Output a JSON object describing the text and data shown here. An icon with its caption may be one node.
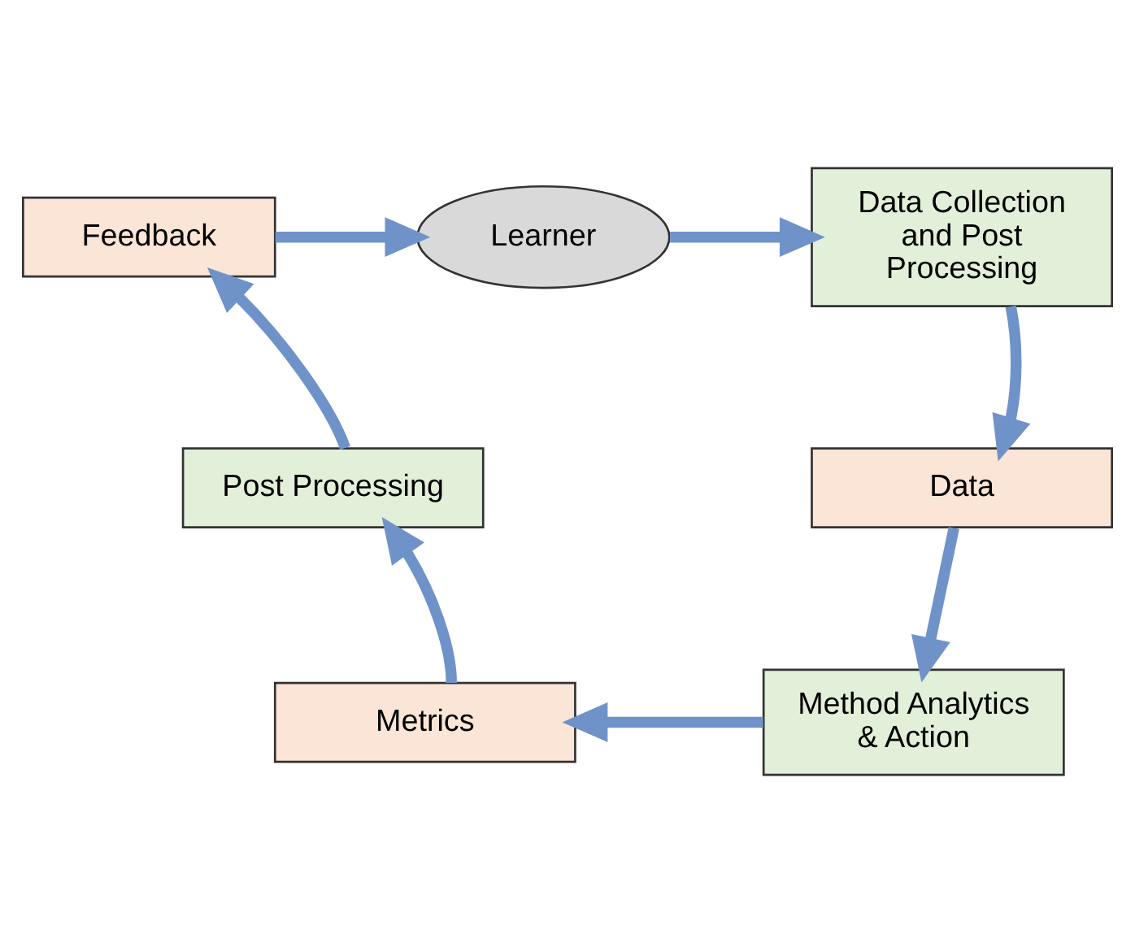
{
  "diagram": {
    "nodes": [
      {
        "text": [
          "Feedback"
        ]
      },
      {
        "text": [
          "Learner"
        ]
      },
      {
        "text": [
          "Data Collection and Post Processing"
        ]
      },
      {
        "text": [
          "Data"
        ]
      },
      {
        "text": [
          "Method Analytics & Action"
        ]
      },
      {
        "text": [
          "Metrics"
        ]
      },
      {
        "text": [
          "Post Processing"
        ]
      }
    ],
    "edges": [
      {
        "from": 0,
        "to": 1,
        "arrow": "to"
      },
      {
        "from": 1,
        "to": 2,
        "arrow": "to"
      },
      {
        "from": 2,
        "to": 3,
        "arrow": "to"
      },
      {
        "from": 3,
        "to": 4,
        "arrow": "to"
      },
      {
        "from": 4,
        "to": 5,
        "arrow": "to"
      },
      {
        "from": 5,
        "to": 6,
        "arrow": "to"
      },
      {
        "from": 6,
        "to": 0,
        "arrow": "to"
      }
    ]
  }
}
